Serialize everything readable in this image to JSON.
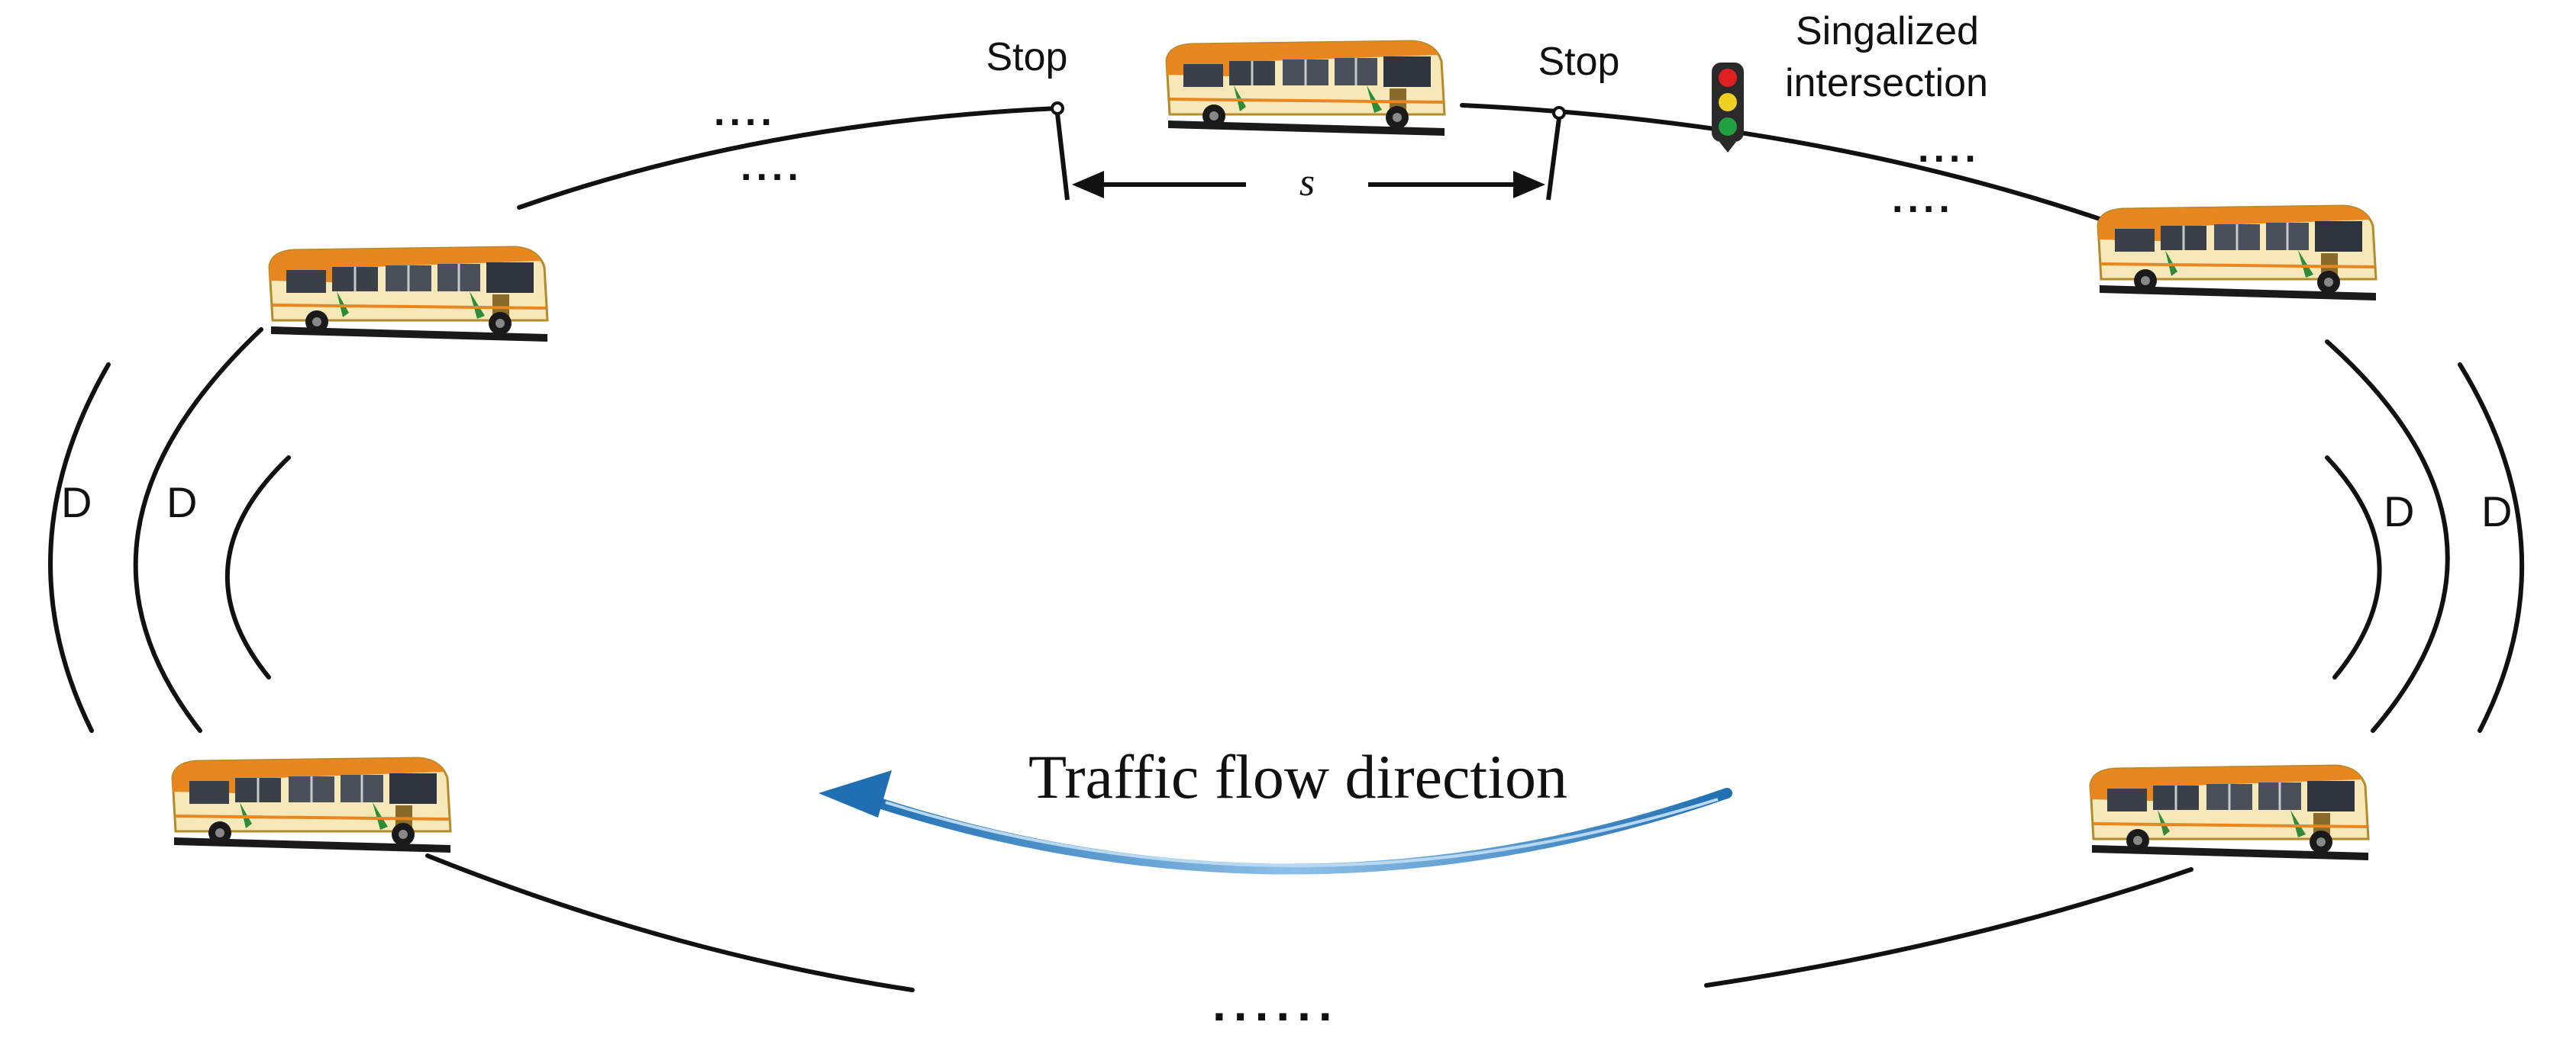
{
  "labels": {
    "stop_left": "Stop",
    "stop_right": "Stop",
    "intersection_line1": "Singalized",
    "intersection_line2": "intersection",
    "spacing": "s",
    "headway": "D",
    "ellipsis_short": "....",
    "ellipsis_long": "......",
    "traffic_flow": "Traffic flow direction"
  },
  "colors": {
    "bus_orange": "#e8871f",
    "bus_body": "#f6e8b8",
    "bus_dark": "#2a2a2a",
    "bus_green": "#2e8b3a",
    "arrow_blue": "#2a7fc4",
    "signal_red": "#e02020",
    "signal_yellow": "#f0d020",
    "signal_green": "#20a040"
  }
}
